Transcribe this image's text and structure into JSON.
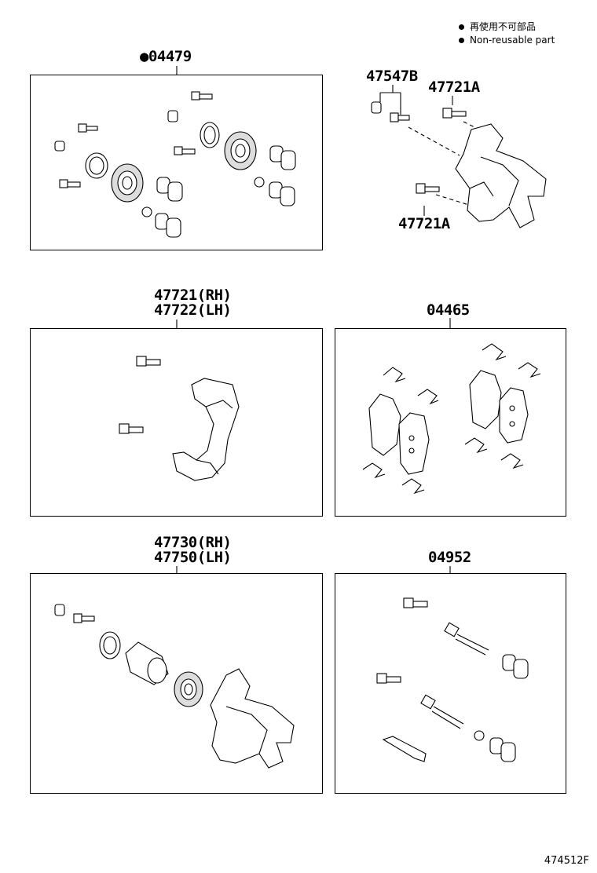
{
  "legend": {
    "items": [
      {
        "text": "再使用不可部品"
      },
      {
        "text": "Non-reusable part"
      }
    ]
  },
  "labels": {
    "kit_04479": "●04479",
    "p47547B": "47547B",
    "p47721A_top": "47721A",
    "p47721A_bottom": "47721A",
    "mount_rh": "47721(RH)",
    "mount_lh": "47722(LH)",
    "pads": "04465",
    "caliper_rh": "47730(RH)",
    "caliper_lh": "47750(LH)",
    "guide_kit": "04952"
  },
  "footer": {
    "code": "474512F"
  }
}
